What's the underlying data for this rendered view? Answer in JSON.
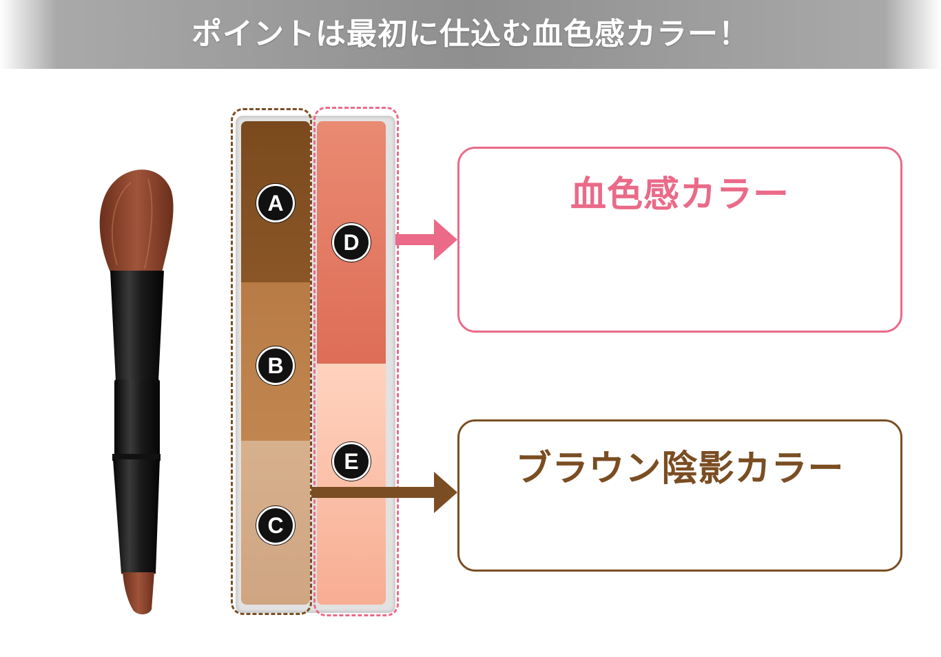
{
  "header": {
    "title": "ポイントは最初に仕込む血色感カラー！"
  },
  "palette": {
    "pans": [
      {
        "label": "A",
        "color": "#7a4a1e"
      },
      {
        "label": "B",
        "color": "#b87b45"
      },
      {
        "label": "C",
        "color": "#d7b08d"
      },
      {
        "label": "D",
        "color": "#e4785f"
      },
      {
        "label": "E",
        "color": "#fcc2a9"
      }
    ]
  },
  "callouts": {
    "pink": {
      "title": "血色感カラー",
      "color": "#ea6a88"
    },
    "brown": {
      "title": "ブラウン陰影カラー",
      "color": "#7a4d22"
    }
  }
}
